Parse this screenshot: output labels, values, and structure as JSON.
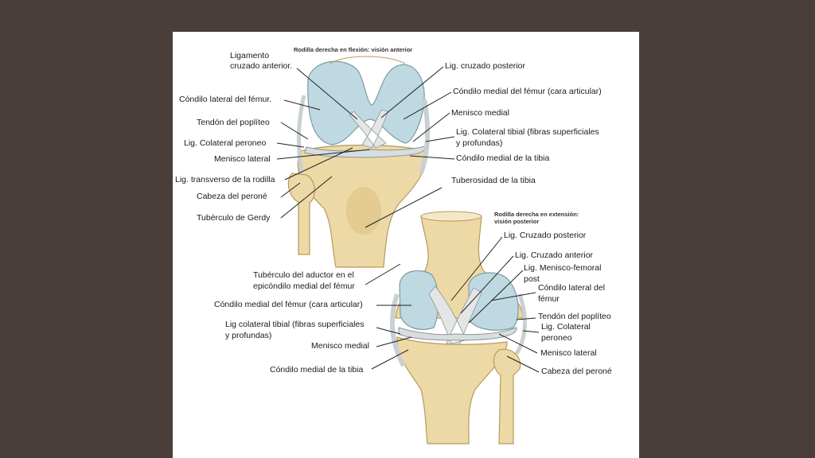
{
  "title_anterior": "Rodilla derecha en flexión: visión anterior",
  "title_posterior": "Rodilla derecha en extensión: visión posterior",
  "labels_anterior": {
    "lca_line1": "Ligamento",
    "lca_line2": "cruzado anterior.",
    "lcp": "Lig. cruzado posterior",
    "condilo_lateral": "Cóndilo lateral del fémur.",
    "condilo_medial": "Cóndilo medial del fémur (cara articular)",
    "menisco_medial": "Menisco medial",
    "tendon_popliteo": "Tendón del poplíteo",
    "col_tibial_1": "Lig. Colateral tibial (fibras superficiales",
    "col_tibial_2": "y profundas)",
    "col_peroneo": "Lig. Colateral peroneo",
    "menisco_lateral": "Menisco lateral",
    "condilo_medial_tibia": "Cóndilo medial de la tibia",
    "transverso": "Lig. transverso de la rodilla",
    "tuberosidad": "Tuberosidad de la tibia",
    "cabeza_perone": "Cabeza del peroné",
    "gerdy": "Tubérculo de Gerdy"
  },
  "labels_posterior": {
    "lcp": "Lig. Cruzado posterior",
    "lca": "Lig. Cruzado anterior",
    "mf_1": "Lig. Menisco-femoral",
    "mf_2": "post",
    "aductor_1": "Tubérculo del aductor en el",
    "aductor_2": "epicóndilo medial del fémur",
    "condilo_lateral_1": "Cóndilo lateral del",
    "condilo_lateral_2": "fémur",
    "condilo_medial": "Cóndilo medial del fémur (cara articular)",
    "tendon_popliteo": "Tendón del poplíteo",
    "col_tibial_1": "Lig colateral tibial (fibras superficiales",
    "col_tibial_2": "y profundas)",
    "col_peroneo_1": "Lig. Colateral",
    "col_peroneo_2": "peroneo",
    "menisco_medial": "Menisco medial",
    "menisco_lateral": "Menisco lateral",
    "condilo_medial_tibia": "Cóndilo medial de la tibia",
    "cabeza_perone": "Cabeza del peroné"
  },
  "colors": {
    "background": "#4a3e3a",
    "bone": "#ecd9a6",
    "bone_shade": "#d9bd7c",
    "cartilage": "#bfd9e2",
    "ligament": "#d8dde0"
  }
}
